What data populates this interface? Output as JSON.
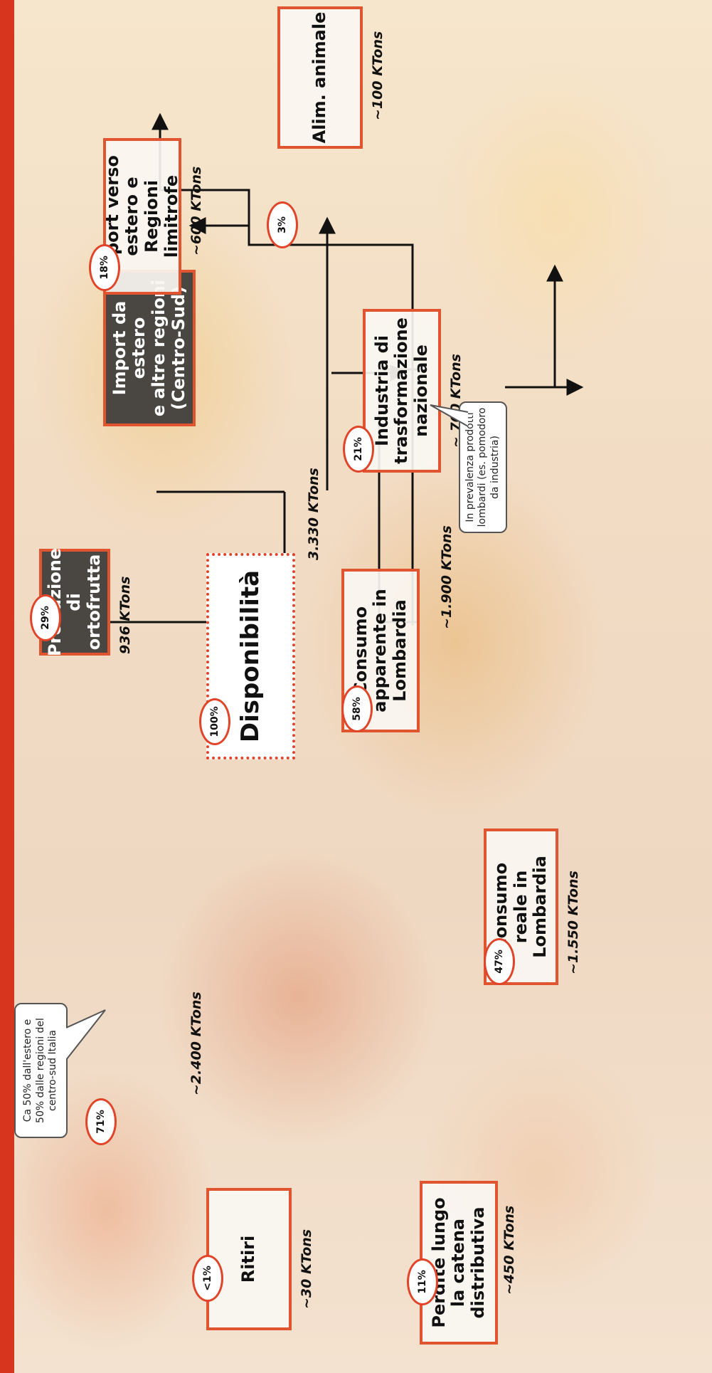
{
  "diagram": {
    "nodes": {
      "import": {
        "label": "Import da estero\ne altre regioni\n(Centro-Sud)",
        "pct": "71%",
        "qty": "~2.400 KTons"
      },
      "produzione": {
        "label": "Produzione di\nortofrutta",
        "pct": "29%",
        "qty": "936 KTons"
      },
      "disponibilita": {
        "label": "Disponibilità",
        "pct": "100%",
        "qty": "3.330 KTons"
      },
      "export": {
        "label": "Export verso\nestero e Regioni\nlimitrofe",
        "pct": "18%",
        "qty": "~600 KTons"
      },
      "alim": {
        "label": "Alim. animale",
        "pct": "3%",
        "qty": "~100 KTons"
      },
      "ritiri": {
        "label": "Ritiri",
        "pct": "<1%",
        "qty": "~30 KTons"
      },
      "consumo_apparente": {
        "label": "Consumo\napparente in\nLombardia",
        "pct": "58%",
        "qty": "~1.900 KTons"
      },
      "industria": {
        "label": "Industria di\ntrasformazione\nnazionale",
        "pct": "21%",
        "qty": "~ 700 KTons"
      },
      "perdite": {
        "label": "Perdite lungo\nla catena\ndistributiva",
        "pct": "11%",
        "qty": "~450 KTons"
      },
      "consumo_reale": {
        "label": "Consumo\nreale in\nLombardia",
        "pct": "47%",
        "qty": "~1.550 KTons"
      }
    },
    "notes": {
      "import_note": "Ca 50% dall'estero e\n50% dalle regioni del\ncentro-sud Italia",
      "industria_note": "In prevalenza prodotti\nlombardi (es. pomodoro\nda industria)"
    }
  }
}
